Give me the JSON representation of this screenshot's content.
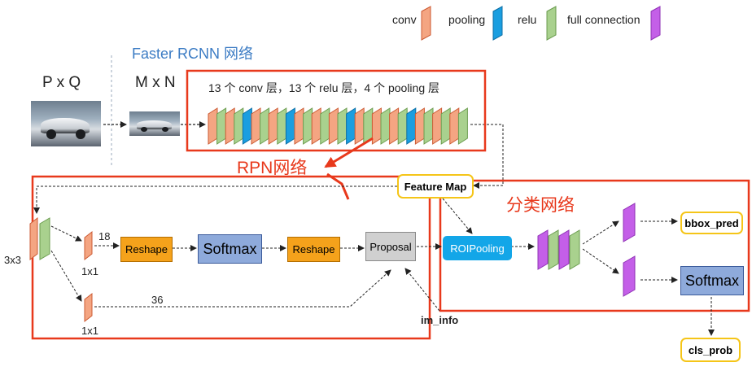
{
  "legend": {
    "conv": "conv",
    "pooling": "pooling",
    "relu": "relu",
    "fc": "full connection"
  },
  "title": "Faster RCNN 网络",
  "input": {
    "label": "P x Q"
  },
  "resized": {
    "label": "M x N"
  },
  "backbone": {
    "caption": "13 个 conv 层，13 个 relu 层，4 个 pooling 层"
  },
  "rpn": {
    "title": "RPN网络",
    "conv3": "3x3",
    "conv1_top": "1x1",
    "conv1_bottom": "1x1",
    "n18": "18",
    "n36": "36",
    "reshape1": "Reshape",
    "softmax": "Softmax",
    "reshape2": "Reshape",
    "proposal": "Proposal"
  },
  "feature_map": "Feature Map",
  "im_info": "im_info",
  "classifier": {
    "title": "分类网络",
    "roi": "ROIPooling",
    "bbox": "bbox_pred",
    "softmax": "Softmax",
    "cls": "cls_prob"
  },
  "colors": {
    "conv": "#f4a582",
    "pooling": "#1a9ee0",
    "relu": "#a9d18e",
    "fc": "#c45fe8",
    "red": "#e8391c",
    "blue_title": "#3c7cc4",
    "reshape": "#f5a21b",
    "softmax": "#8eaadb",
    "proposal": "#d0d0d0",
    "roi": "#13a6e8",
    "yellow": "#f5c518"
  }
}
